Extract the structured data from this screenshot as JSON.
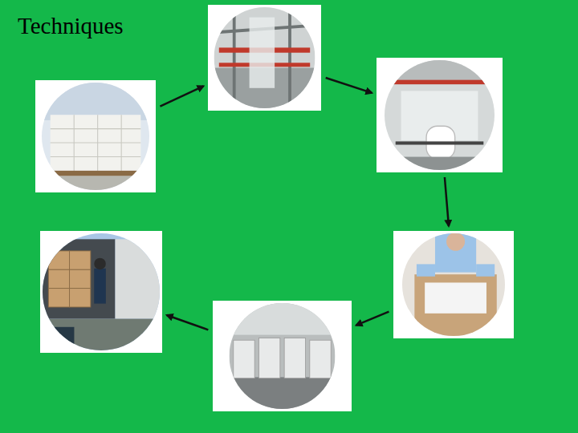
{
  "diagram": {
    "title": "Techniques",
    "nodes": [
      {
        "text": []
      },
      {
        "text": []
      },
      {
        "text": []
      },
      {
        "text": []
      },
      {
        "text": []
      },
      {
        "text": []
      }
    ],
    "edges": [
      {
        "from": 0,
        "to": 1,
        "arrow": "to"
      },
      {
        "from": 1,
        "to": 2,
        "arrow": "to"
      },
      {
        "from": 2,
        "to": 3,
        "arrow": "to"
      },
      {
        "from": 3,
        "to": 4,
        "arrow": "to"
      },
      {
        "from": 4,
        "to": 5,
        "arrow": "to"
      }
    ]
  }
}
